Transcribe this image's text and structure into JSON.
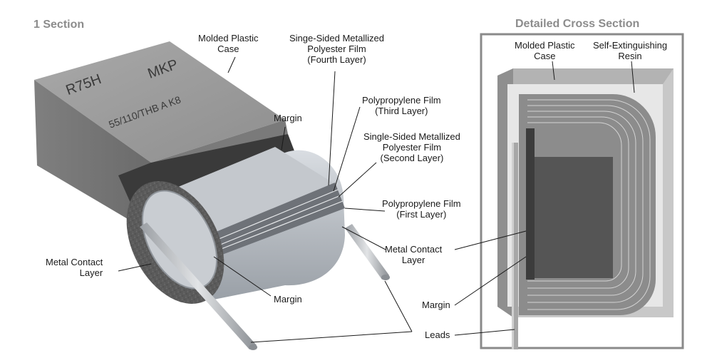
{
  "headings": {
    "left": "1 Section",
    "right": "Detailed Cross Section"
  },
  "case_marking": {
    "line1_left": "R75H",
    "line1_right": "MKP",
    "line2": "55/110/THB A K8"
  },
  "left_labels": {
    "molded_case": [
      "Molded Plastic",
      "Case"
    ],
    "fourth_layer": [
      "Singe-Sided Metallized",
      "Polyester Film",
      "(Fourth Layer)"
    ],
    "third_layer": [
      "Polypropylene Film",
      "(Third Layer)"
    ],
    "second_layer": [
      "Single-Sided Metallized",
      "Polyester Film",
      "(Second Layer)"
    ],
    "first_layer": [
      "Polypropylene Film",
      "(First Layer)"
    ],
    "margin_top": "Margin",
    "margin_bottom": "Margin",
    "metal_contact_left": [
      "Metal Contact",
      "Layer"
    ],
    "metal_contact_right": [
      "Metal Contact",
      "Layer"
    ],
    "leads": "Leads"
  },
  "right_labels": {
    "molded_case": [
      "Molded Plastic",
      "Case"
    ],
    "resin": [
      "Self-Extinguishing",
      "Resin"
    ],
    "margin": "Margin"
  }
}
